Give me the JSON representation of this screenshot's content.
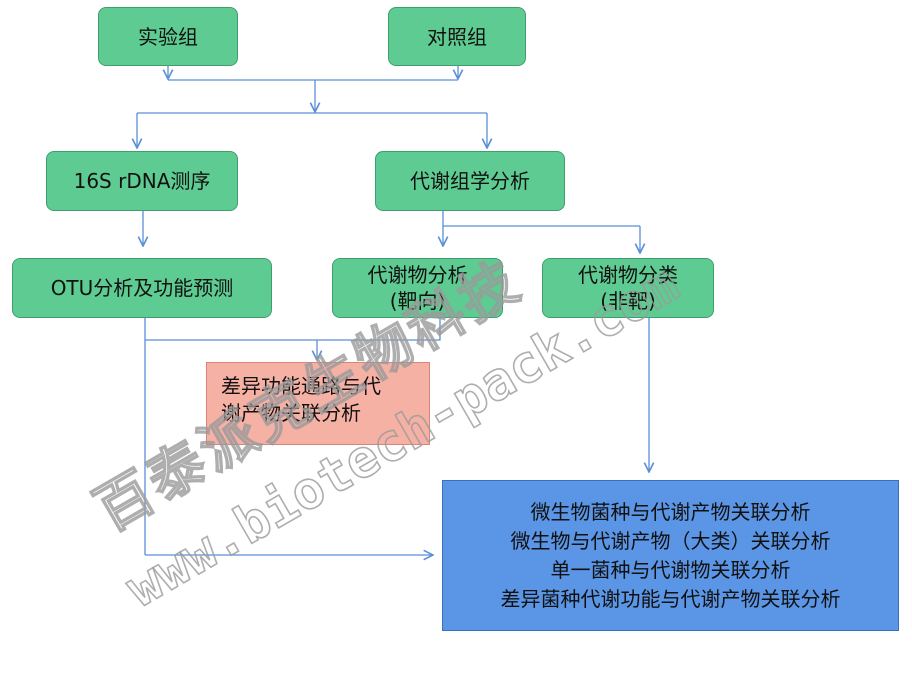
{
  "nodes": {
    "experimental": "实验组",
    "control": "对照组",
    "sequencing": "16S rDNA测序",
    "metabolomics": "代谢组学分析",
    "otu": "OTU分析及功能预测",
    "targeted": [
      "代谢物分析",
      "(靶向)"
    ],
    "untargeted": [
      "代谢物分类",
      "(非靶)"
    ],
    "pathway": [
      "差异功能通路与代",
      "谢产物关联分析"
    ],
    "correlation": [
      "微生物菌种与代谢产物关联分析",
      "微生物与代谢产物（大类）关联分析",
      "单一菌种与代谢物关联分析",
      "差异菌种代谢功能与代谢产物关联分析"
    ]
  },
  "watermark": {
    "line1": "百泰派克生物科技",
    "line2": "www.biotech-pack.com"
  },
  "colors": {
    "green": "#5ecc92",
    "pink": "#f6b1a5",
    "blue": "#5b95e6",
    "connector": "#5b8fd8"
  }
}
